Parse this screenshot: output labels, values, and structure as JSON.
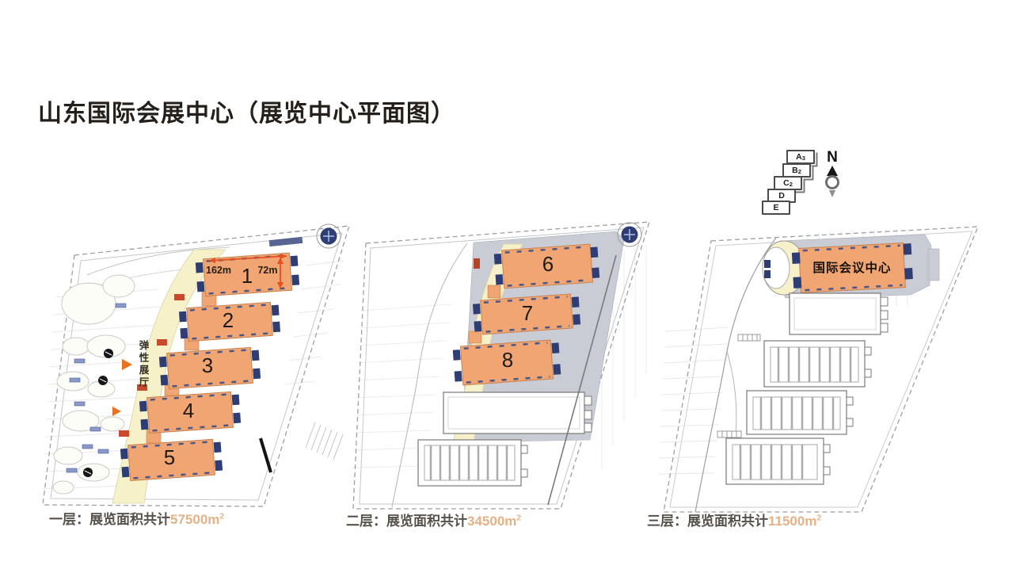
{
  "title": "山东国际会展中心（展览中心平面图）",
  "legend": {
    "north_label": "N",
    "towers": [
      {
        "base": "A",
        "sub": "3"
      },
      {
        "base": "B",
        "sub": "2"
      },
      {
        "base": "C",
        "sub": "2"
      },
      {
        "base": "D",
        "sub": ""
      },
      {
        "base": "E",
        "sub": ""
      }
    ]
  },
  "plans": [
    {
      "floor": "一层",
      "halls": [
        "1",
        "2",
        "3",
        "4",
        "5"
      ],
      "flex_hall_label": "弹性展厅",
      "hall1_width": "162m",
      "hall1_depth": "72m",
      "caption_prefix": "一层：展览面积共计",
      "caption_area": "57500",
      "caption_unit_base": "m",
      "caption_unit_sup": "2"
    },
    {
      "floor": "二层",
      "halls": [
        "6",
        "7",
        "8"
      ],
      "caption_prefix": "二层：展览面积共计",
      "caption_area": "34500",
      "caption_unit_base": "m",
      "caption_unit_sup": "2"
    },
    {
      "floor": "三层",
      "conference_center_label": "国际会议中心",
      "caption_prefix": "三层：展览面积共计",
      "caption_area": "11500",
      "caption_unit_base": "m",
      "caption_unit_sup": "2"
    }
  ],
  "colors": {
    "hall_fill": "#F0A572",
    "corridor_fill": "#F6F1C8",
    "deck_fill": "#C9CCD4",
    "core_blue": "#2E3D73",
    "dimension_red": "#E5501E",
    "caption_text": "#57514B",
    "caption_number": "#E4B286"
  }
}
